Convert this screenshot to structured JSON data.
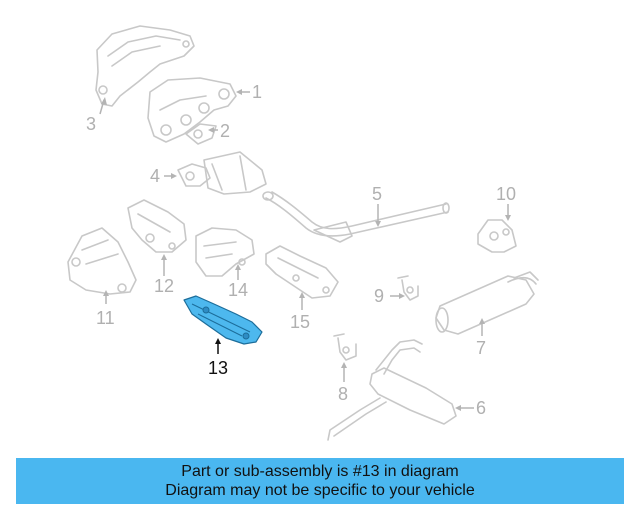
{
  "diagram": {
    "callouts": [
      {
        "id": "1",
        "label": "1"
      },
      {
        "id": "2",
        "label": "2"
      },
      {
        "id": "3",
        "label": "3"
      },
      {
        "id": "4",
        "label": "4"
      },
      {
        "id": "5",
        "label": "5"
      },
      {
        "id": "6",
        "label": "6"
      },
      {
        "id": "7",
        "label": "7"
      },
      {
        "id": "8",
        "label": "8"
      },
      {
        "id": "9",
        "label": "9"
      },
      {
        "id": "10",
        "label": "10"
      },
      {
        "id": "11",
        "label": "11"
      },
      {
        "id": "12",
        "label": "12"
      },
      {
        "id": "13",
        "label": "13"
      },
      {
        "id": "14",
        "label": "14"
      },
      {
        "id": "15",
        "label": "15"
      }
    ],
    "highlighted_part": "13",
    "highlight_color": "#4db8ee"
  },
  "banner": {
    "line1": "Part or sub-assembly is #13 in diagram",
    "line2": "Diagram may not be specific to your vehicle",
    "background": "#4ab7f0"
  }
}
